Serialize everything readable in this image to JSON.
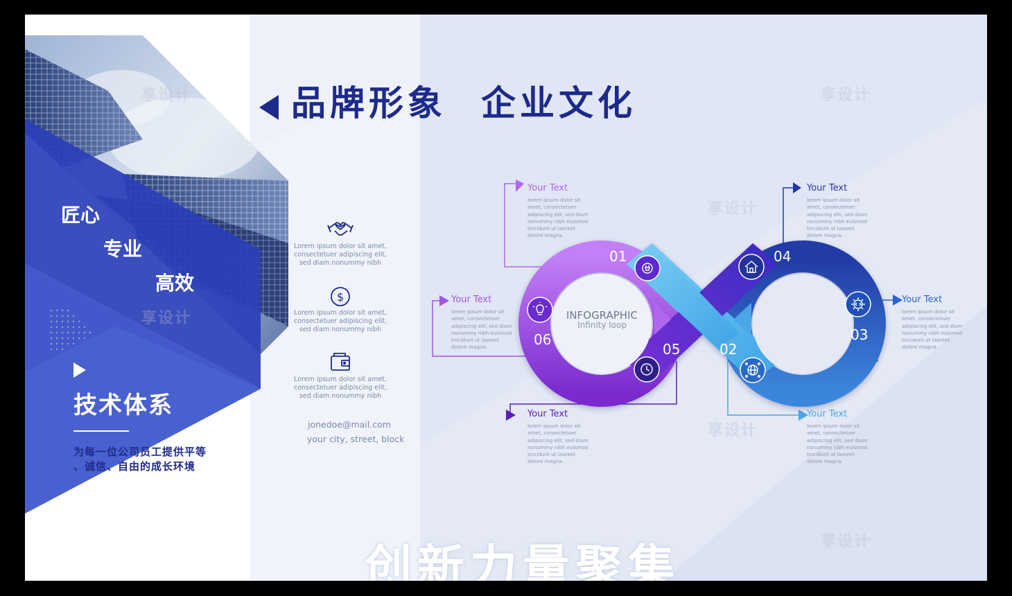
{
  "title": {
    "line1": "品牌形象",
    "line2": "企业文化"
  },
  "left_panel": {
    "values": [
      "匠心",
      "专业",
      "高效"
    ],
    "section_title": "技术体系",
    "description_line1": "为每一位公司员工提供平等",
    "description_line2": "、诚信、自由的成长环境"
  },
  "features": [
    {
      "icon": "handshake-heart-icon",
      "text": "Lorem ipsum dolor sit amet, consectetuer adipiscing elit, sed diam nonummy nibh"
    },
    {
      "icon": "dollar-coin-icon",
      "text": "Lorem ipsum dolor sit amet, consectetuer adipiscing elit, sed diam nonummy nibh"
    },
    {
      "icon": "wallet-icon",
      "text": "Lorem ipsum dolor sit amet, consectetuer adipiscing elit, sed diam nonummy nibh"
    }
  ],
  "contact": {
    "email": "jonedoe@mail.com",
    "address": "your city, street, block"
  },
  "infographic": {
    "center_title": "INFOGRAPHIC",
    "center_subtitle": "Infinity loop",
    "steps": [
      {
        "number": "01",
        "icon": "plug-icon",
        "title": "Your Text",
        "color": "#b068f0",
        "body": "lorem ipsum dolor sit amet, consectetuer adipiscing elit, sed diam nonummy nibh euismod tincidunt ut laoreet dolore magna."
      },
      {
        "number": "02",
        "icon": "globe-network-icon",
        "title": "Your Text",
        "color": "#4aa6e6",
        "body": "lorem ipsum dolor sit amet, consectetuer adipiscing elit, sed diam nonummy nibh euismod tincidunt ut laoreet dolore magna."
      },
      {
        "number": "03",
        "icon": "gear-code-icon",
        "title": "Your Text",
        "color": "#2a63d6",
        "body": "lorem ipsum dolor sit amet, consectetuer adipiscing elit, sed diam nonummy nibh euismod tincidunt ut laoreet dolore magna."
      },
      {
        "number": "04",
        "icon": "smart-home-icon",
        "title": "Your Text",
        "color": "#2536a8",
        "body": "lorem ipsum dolor sit amet, consectetuer adipiscing elit, sed diam nonummy nibh euismod tincidunt ut laoreet dolore magna."
      },
      {
        "number": "05",
        "icon": "clock-icon",
        "title": "Your Text",
        "color": "#5a1fb0",
        "body": "lorem ipsum dolor sit amet, consectetuer adipiscing elit, sed diam nonummy nibh euismod tincidunt ut laoreet dolore magna."
      },
      {
        "number": "06",
        "icon": "lightbulb-icon",
        "title": "Your Text",
        "color": "#a055e8",
        "body": "lorem ipsum dolor sit amet, consectetuer adipiscing elit, sed diam nonummy nibh euismod tincidunt ut laoreet dolore magna."
      }
    ]
  },
  "slogan": "创新力量聚集",
  "watermark": "享设计",
  "colors": {
    "brand_blue": "#1d2a8a",
    "primary": "#2a3fb8",
    "purple": "#8b3fe0",
    "cyan": "#5ab8ec"
  }
}
